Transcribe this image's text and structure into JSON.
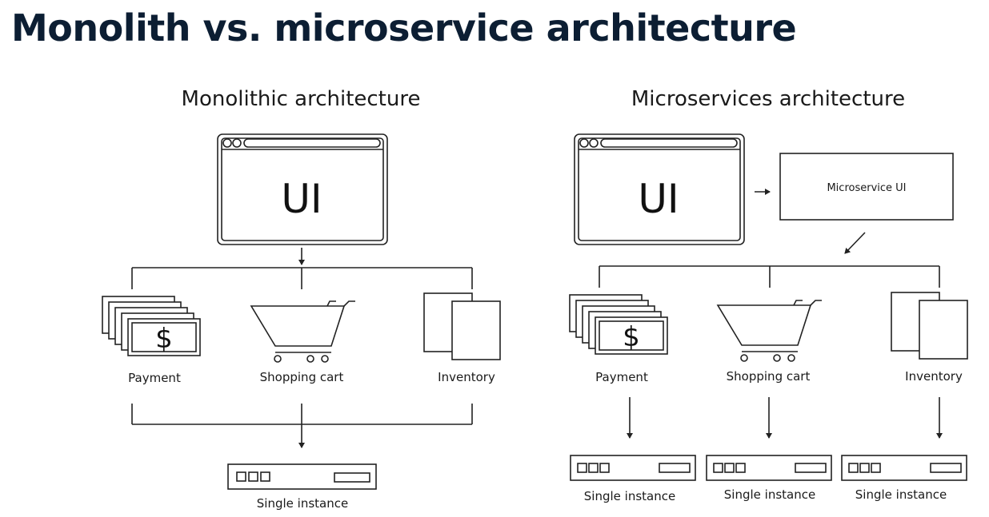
{
  "title": "Monolith vs. microservice architecture",
  "monolith": {
    "heading": "Monolithic architecture",
    "ui_label": "UI",
    "components": [
      "Payment",
      "Shopping cart",
      "Inventory"
    ],
    "instance_label": "Single instance"
  },
  "microservices": {
    "heading": "Microservices architecture",
    "ui_label": "UI",
    "service_ui_label": "Microservice UI",
    "components": [
      "Payment",
      "Shopping cart",
      "Inventory"
    ],
    "instance_labels": [
      "Single instance",
      "Single instance",
      "Single instance"
    ]
  },
  "icons": {
    "browser": "browser-window-icon",
    "payment": "money-stack-icon",
    "cart": "shopping-cart-icon",
    "inventory": "documents-icon",
    "server": "server-icon"
  }
}
